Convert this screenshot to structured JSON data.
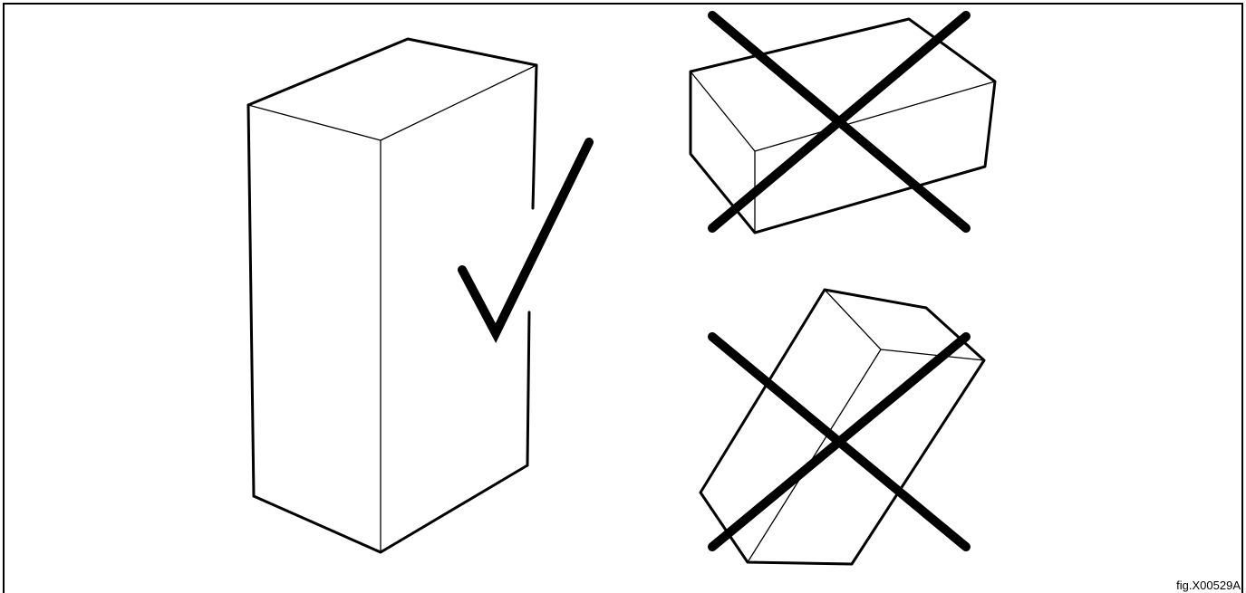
{
  "figure": {
    "reference": "fig.X00529A",
    "colors": {
      "stroke": "#000000",
      "background": "#ffffff"
    },
    "panels": [
      {
        "name": "upright-box",
        "status": "correct",
        "mark_icon": "check-mark-icon"
      },
      {
        "name": "flat-box",
        "status": "incorrect",
        "mark_icon": "cross-mark-icon"
      },
      {
        "name": "tilted-box",
        "status": "incorrect",
        "mark_icon": "cross-mark-icon"
      }
    ]
  }
}
